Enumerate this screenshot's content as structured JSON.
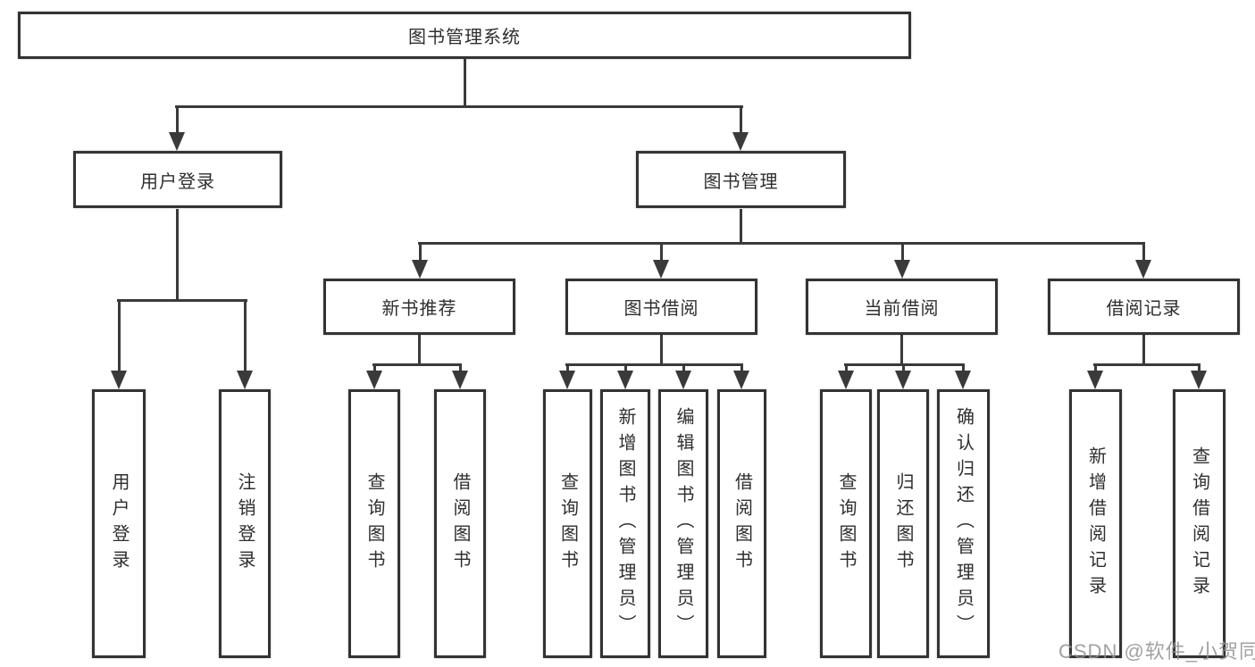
{
  "root": {
    "label": "图书管理系统"
  },
  "branches": [
    {
      "label": "用户登录",
      "children": [
        {
          "label": "用户登录"
        },
        {
          "label": "注销登录"
        }
      ]
    },
    {
      "label": "图书管理",
      "children": [
        {
          "label": "新书推荐",
          "children": [
            {
              "label": "查询图书"
            },
            {
              "label": "借阅图书"
            }
          ]
        },
        {
          "label": "图书借阅",
          "children": [
            {
              "label": "查询图书"
            },
            {
              "label": "新增图书（管理员）"
            },
            {
              "label": "编辑图书（管理员）"
            },
            {
              "label": "借阅图书"
            }
          ]
        },
        {
          "label": "当前借阅",
          "children": [
            {
              "label": "查询图书"
            },
            {
              "label": "归还图书"
            },
            {
              "label": "确认归还（管理员）"
            }
          ]
        },
        {
          "label": "借阅记录",
          "children": [
            {
              "label": "新增借阅记录"
            },
            {
              "label": "查询借阅记录"
            }
          ]
        }
      ]
    }
  ],
  "watermark": "CSDN @软件_小贺同学",
  "colors": {
    "line": "#3a3a3a",
    "box_border": "#333333",
    "box_fill": "#ffffff",
    "text": "#2e2e2e",
    "watermark": "#919191",
    "background": "#ffffff"
  }
}
